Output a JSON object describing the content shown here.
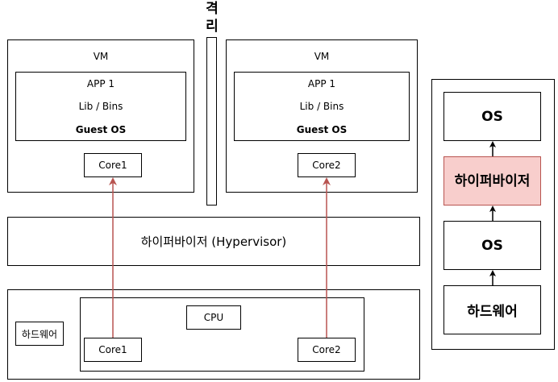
{
  "isolation_label": "격\n리",
  "vm1": {
    "title": "VM",
    "app": "APP 1",
    "lib": "Lib / Bins",
    "guest_os": "Guest OS",
    "core": "Core1"
  },
  "vm2": {
    "title": "VM",
    "app": "APP 1",
    "lib": "Lib / Bins",
    "guest_os": "Guest OS",
    "core": "Core2"
  },
  "hypervisor_label": "하이퍼바이저 (Hypervisor)",
  "hardware": {
    "label": "하드웨어",
    "cpu": "CPU",
    "core1": "Core1",
    "core2": "Core2"
  },
  "stack": {
    "top_os": "OS",
    "hypervisor": "하이퍼바이저",
    "host_os": "OS",
    "hardware": "하드웨어"
  },
  "colors": {
    "arrow": "#b85450",
    "hypervisor_fill": "#f8cecc",
    "hypervisor_border": "#b85450"
  }
}
